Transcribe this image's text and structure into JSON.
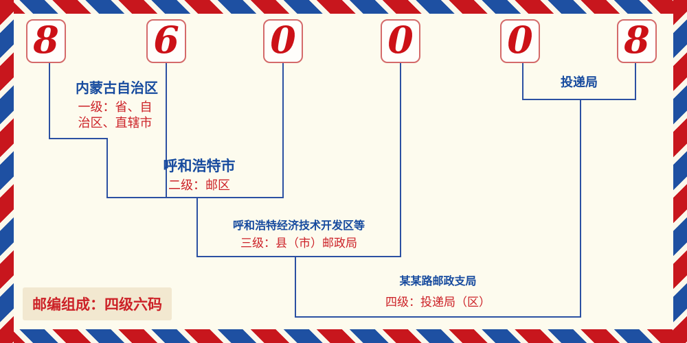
{
  "postcode": {
    "digits": [
      "8",
      "6",
      "0",
      "0",
      "0",
      "8"
    ]
  },
  "levels": {
    "level1": {
      "name": "内蒙古自治区",
      "desc_lines": [
        "一级：省、自",
        "治区、直辖市"
      ]
    },
    "level2": {
      "name": "呼和浩特市",
      "desc": "二级：邮区"
    },
    "level3": {
      "name": "呼和浩特经济技术开发区等",
      "desc": "三级：县（市）邮政局"
    },
    "level4": {
      "name": "某某路邮政支局",
      "desc": "四级：投递局（区）"
    },
    "delivery": {
      "name": "投递局"
    }
  },
  "footer": {
    "composition_label": "邮编组成：四级六码"
  },
  "colors": {
    "digit_red": "#cc1117",
    "label_blue": "#164a9e",
    "desc_red": "#cc2127",
    "line_blue": "#2b50a2",
    "stripe_red": "#c8161d",
    "stripe_blue": "#1e50a2",
    "background_cream": "#fdfbee",
    "badge_background": "#f2e8d0"
  }
}
